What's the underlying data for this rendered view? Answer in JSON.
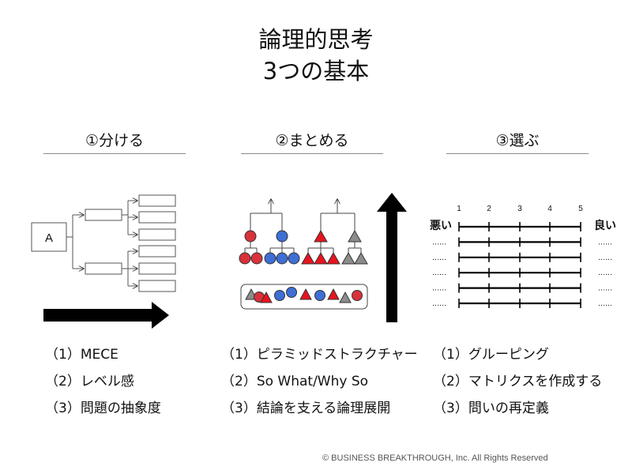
{
  "title": {
    "line1": "論理的思考",
    "line2": "3つの基本"
  },
  "columns": [
    {
      "heading": "①分ける",
      "items": [
        "（1）MECE",
        "（2）レベル感",
        "（3）問題の抽象度"
      ],
      "diagram": {
        "root_label": "A"
      }
    },
    {
      "heading": "②まとめる",
      "items": [
        "（1）ピラミッドストラクチャー",
        "（2）So What/Why So",
        "（3）結論を支える論理展開"
      ]
    },
    {
      "heading": "③選ぶ",
      "items": [
        "（1）グルーピング",
        "（2）マトリクスを作成する",
        "（3）問いの再定義"
      ],
      "diagram": {
        "scale": [
          "1",
          "2",
          "3",
          "4",
          "5"
        ],
        "left_label": "悪い",
        "right_label": "良い",
        "dots": "……",
        "rows": 6
      }
    }
  ],
  "colors": {
    "red": "#e8141e",
    "blue": "#3d6fd6",
    "gray": "#8c8c8c",
    "black": "#000000"
  },
  "copyright": "© BUSINESS BREAKTHROUGH, Inc. All Rights Reserved"
}
